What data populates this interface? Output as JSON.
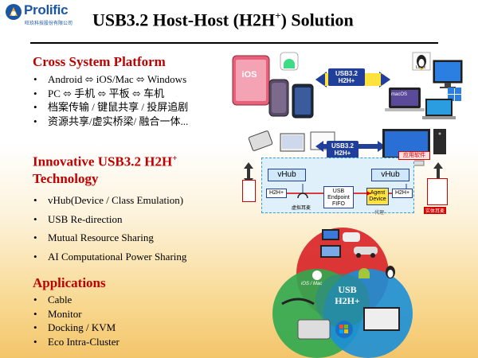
{
  "brand": {
    "name": "Prolific",
    "subtitle": "旺玖科技股份有限公司",
    "color": "#1a56a6"
  },
  "title": {
    "main": "USB3.2 Host-Host (H2H",
    "sup": "+",
    "end": ") Solution"
  },
  "section1": {
    "heading": "Cross System Platform",
    "items": [
      "Android ⬄ iOS/Mac ⬄ Windows",
      "PC ⬄ 手机 ⬄ 平板 ⬄ 车机",
      "档案传输 / 键鼠共享 / 投屏追剧",
      "资源共享/虚实桥梁/ 融合一体..."
    ]
  },
  "section2": {
    "heading_line1": "Innovative USB3.2 H2H",
    "heading_sup": "+",
    "heading_line2": "Technology",
    "items": [
      "vHub(Device  / Class Emulation)",
      "USB Re-direction",
      "Mutual Resource Sharing",
      "AI Computational  Power Sharing"
    ]
  },
  "section3": {
    "heading": "Applications",
    "items": [
      "Cable",
      "Monitor",
      "Docking  / KVM",
      "Eco Intra-Cluster"
    ]
  },
  "illustration": {
    "top_tag": "USB3.2\nH2H+",
    "mid_tag": "USB3.2\nH2H+",
    "ios_label": "iOS",
    "macos_label": "macOS",
    "linux_label": "Linux",
    "vhub_left": "vHub",
    "vhub_right": "vHub",
    "h2h_left": "H2H+",
    "h2h_right": "H2H+",
    "fifo": "USB\nEndpoint\nFIFO",
    "agent": "Agent\nDevice",
    "app_software": "应用软件",
    "virtual_headset": "虚拟耳麦",
    "real_headset": "实体耳麦",
    "proxy": "代理",
    "venn_center": "USB\nH2H+",
    "venn_ios": "iOS / Mac",
    "colors": {
      "red": "#d9262b",
      "green": "#2fa84f",
      "blue": "#1c8fd6",
      "accent": "#c00000",
      "navy": "#1f3f9a"
    }
  }
}
